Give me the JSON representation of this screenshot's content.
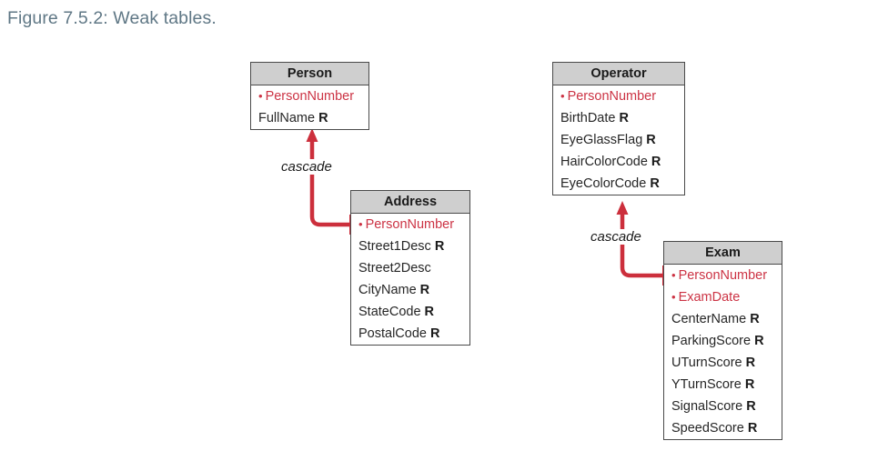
{
  "figure": {
    "caption": "Figure 7.5.2: Weak tables.",
    "caption_color": "#5f7785"
  },
  "palette": {
    "key_attribute_red": "#cc3344",
    "connector_red": "#cc2f3c",
    "header_gray": "#cfcfcf",
    "border_gray": "#4a4a4a",
    "text_black": "#262626"
  },
  "legend": {
    "required_marker": "R",
    "key_bullet": "•"
  },
  "entities": [
    {
      "id": "person",
      "title": "Person",
      "attributes": [
        {
          "name": "PersonNumber",
          "key": true,
          "required": ""
        },
        {
          "name": "FullName",
          "key": false,
          "required": "R"
        }
      ]
    },
    {
      "id": "address",
      "title": "Address",
      "attributes": [
        {
          "name": "PersonNumber",
          "key": true,
          "required": ""
        },
        {
          "name": "Street1Desc",
          "key": false,
          "required": "R"
        },
        {
          "name": "Street2Desc",
          "key": false,
          "required": ""
        },
        {
          "name": "CityName",
          "key": false,
          "required": "R"
        },
        {
          "name": "StateCode",
          "key": false,
          "required": "R"
        },
        {
          "name": "PostalCode",
          "key": false,
          "required": "R"
        }
      ]
    },
    {
      "id": "operator",
      "title": "Operator",
      "attributes": [
        {
          "name": "PersonNumber",
          "key": true,
          "required": ""
        },
        {
          "name": "BirthDate",
          "key": false,
          "required": "R"
        },
        {
          "name": "EyeGlassFlag",
          "key": false,
          "required": "R"
        },
        {
          "name": "HairColorCode",
          "key": false,
          "required": "R"
        },
        {
          "name": "EyeColorCode",
          "key": false,
          "required": "R"
        }
      ]
    },
    {
      "id": "exam",
      "title": "Exam",
      "attributes": [
        {
          "name": "PersonNumber",
          "key": true,
          "required": ""
        },
        {
          "name": "ExamDate",
          "key": true,
          "required": ""
        },
        {
          "name": "CenterName",
          "key": false,
          "required": "R"
        },
        {
          "name": "ParkingScore",
          "key": false,
          "required": "R"
        },
        {
          "name": "UTurnScore",
          "key": false,
          "required": "R"
        },
        {
          "name": "YTurnScore",
          "key": false,
          "required": "R"
        },
        {
          "name": "SignalScore",
          "key": false,
          "required": "R"
        },
        {
          "name": "SpeedScore",
          "key": false,
          "required": "R"
        }
      ]
    }
  ],
  "relationships": [
    {
      "id": "person-address",
      "label": "cascade",
      "from_entity": "Address",
      "from_attribute": "PersonNumber",
      "to_entity": "Person",
      "arrow": "to-parent"
    },
    {
      "id": "operator-exam",
      "label": "cascade",
      "from_entity": "Exam",
      "from_attribute": "PersonNumber",
      "to_entity": "Operator",
      "arrow": "to-parent"
    }
  ]
}
